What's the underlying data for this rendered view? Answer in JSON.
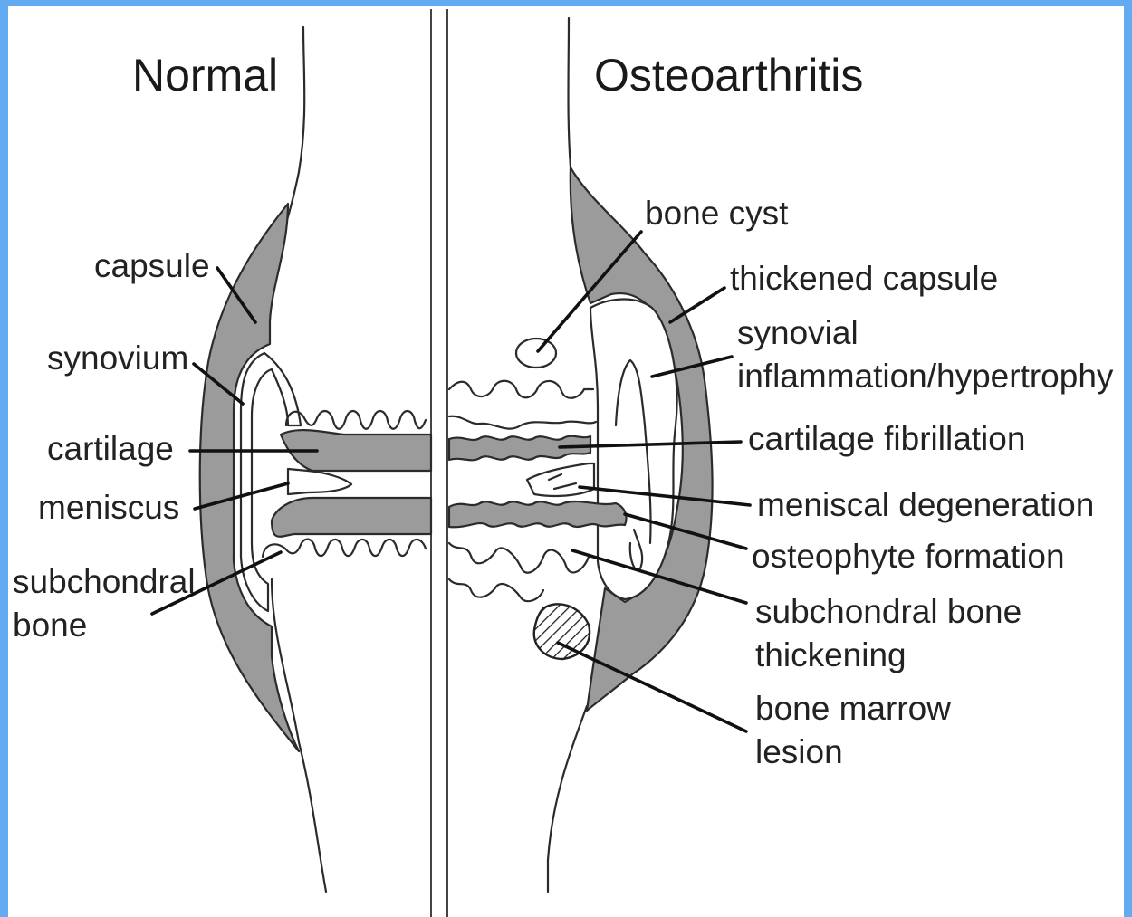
{
  "colors": {
    "frame": "#62aaf2",
    "background": "#ffffff",
    "tissue": "#9b9b9b",
    "ink": "#222222"
  },
  "panels": {
    "normal": {
      "title": "Normal",
      "labels": {
        "capsule": "capsule",
        "synovium": "synovium",
        "cartilage": "cartilage",
        "meniscus": "meniscus",
        "subchondral_1": "subchondral",
        "subchondral_2": "bone"
      }
    },
    "oa": {
      "title": "Osteoarthritis",
      "labels": {
        "bone_cyst": "bone cyst",
        "thickened_capsule": "thickened capsule",
        "synovial_1": "synovial",
        "synovial_2": "inflammation/hypertrophy",
        "cartilage_fibrillation": "cartilage fibrillation",
        "meniscal_degeneration": "meniscal degeneration",
        "osteophyte_formation": "osteophyte formation",
        "subchondral_thickening_1": "subchondral bone",
        "subchondral_thickening_2": "thickening",
        "bone_marrow_lesion_1": "bone marrow",
        "bone_marrow_lesion_2": "lesion"
      }
    }
  }
}
